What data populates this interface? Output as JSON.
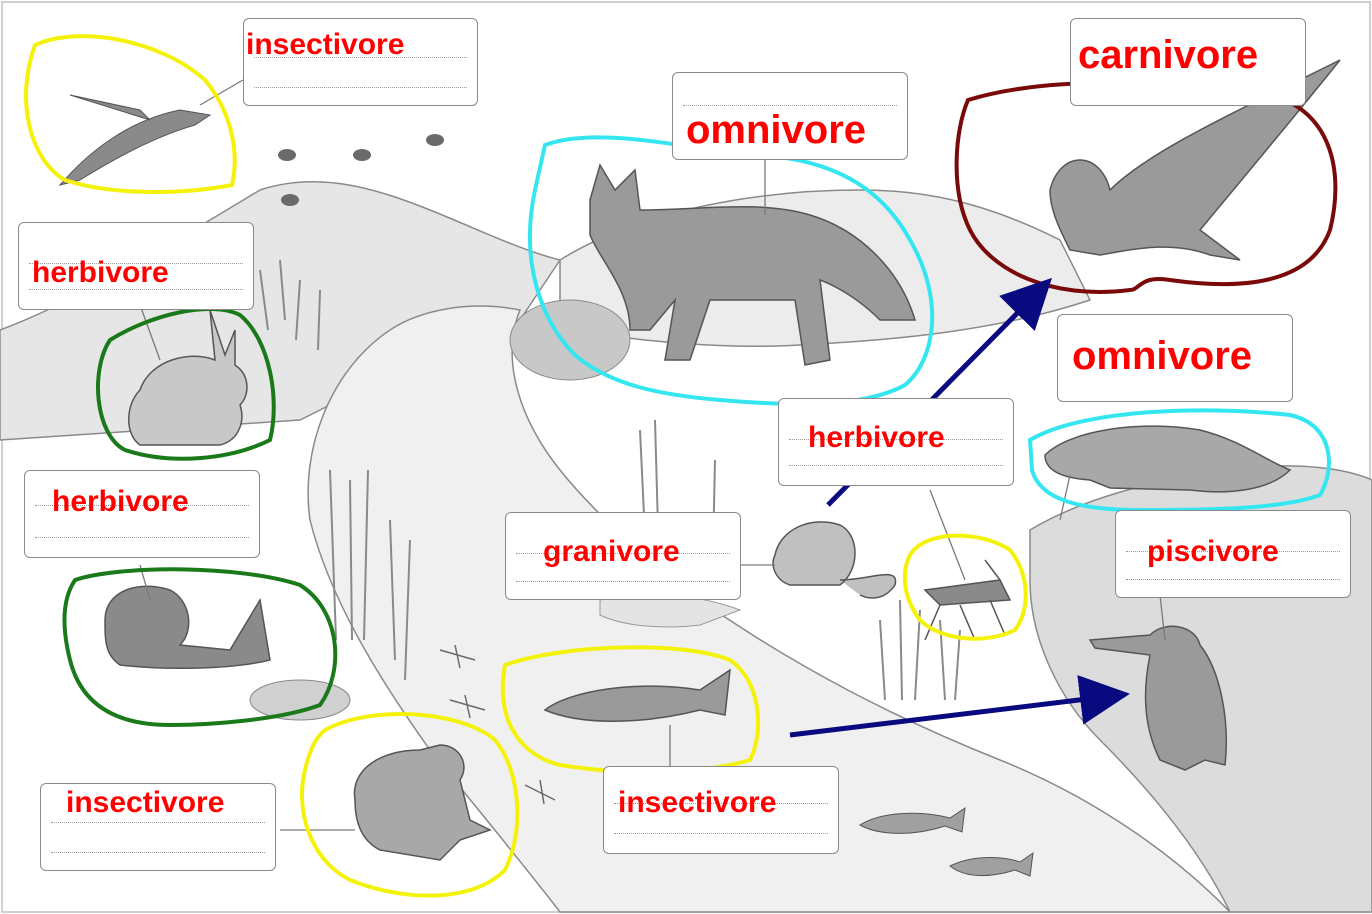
{
  "labels": {
    "swallow": "insectivore",
    "eagle": "carnivore",
    "fox": "omnivore",
    "rabbit": "herbivore",
    "weasel": "omnivore",
    "grasshopper": "herbivore",
    "snail": "herbivore",
    "mouse": "granivore",
    "kingfisher": "piscivore",
    "frog": "insectivore",
    "fish": "insectivore"
  },
  "colors": {
    "label_text": "#ff0000",
    "circle_yellow": "#f5f20a",
    "circle_cyan": "#33e6f0",
    "circle_green": "#1a7a1a",
    "circle_maroon": "#7a0a0a",
    "arrow": "#0a0a80"
  },
  "animals": [
    "swallow",
    "bee",
    "fox",
    "eagle",
    "rabbit",
    "snail",
    "frog",
    "fish",
    "mouse",
    "grasshopper",
    "weasel",
    "kingfisher",
    "dragonfly",
    "small-fish"
  ]
}
